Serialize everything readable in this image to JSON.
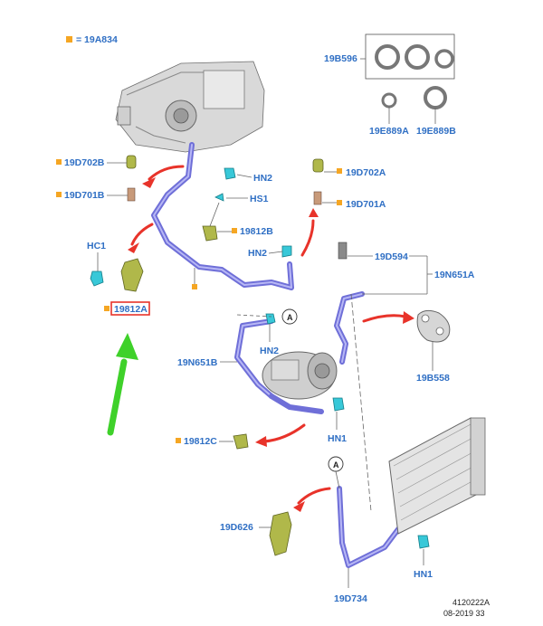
{
  "legend": {
    "text": "= 19A834"
  },
  "labels": {
    "l19B596": "19B596",
    "l19E889A": "19E889A",
    "l19E889B": "19E889B",
    "l19D702B": "19D702B",
    "l19D701B": "19D701B",
    "lHN2a": "HN2",
    "lHS1": "HS1",
    "l19D702A": "19D702A",
    "l19D701A": "19D701A",
    "l19812B": "19812B",
    "lHN2b": "HN2",
    "lHC1": "HC1",
    "l19812A": "19812A",
    "l19D594": "19D594",
    "l19N651A": "19N651A",
    "l19N651B": "19N651B",
    "lHN2c": "HN2",
    "l19B558": "19B558",
    "lHN1a": "HN1",
    "l19812C": "19812C",
    "l19D626": "19D626",
    "l19D734": "19D734",
    "lHN1b": "HN1"
  },
  "callouts": {
    "a1": "A",
    "a2": "A"
  },
  "footer": {
    "ref": "4120222A",
    "date": "08-2019 33"
  },
  "colors": {
    "label": "#2f6fc4",
    "pipe": "#6f6fd8",
    "arrow_red": "#e8332a",
    "arrow_green": "#3fd12a",
    "highlight_box": "#e8332a",
    "bullet": "#f5a623"
  }
}
